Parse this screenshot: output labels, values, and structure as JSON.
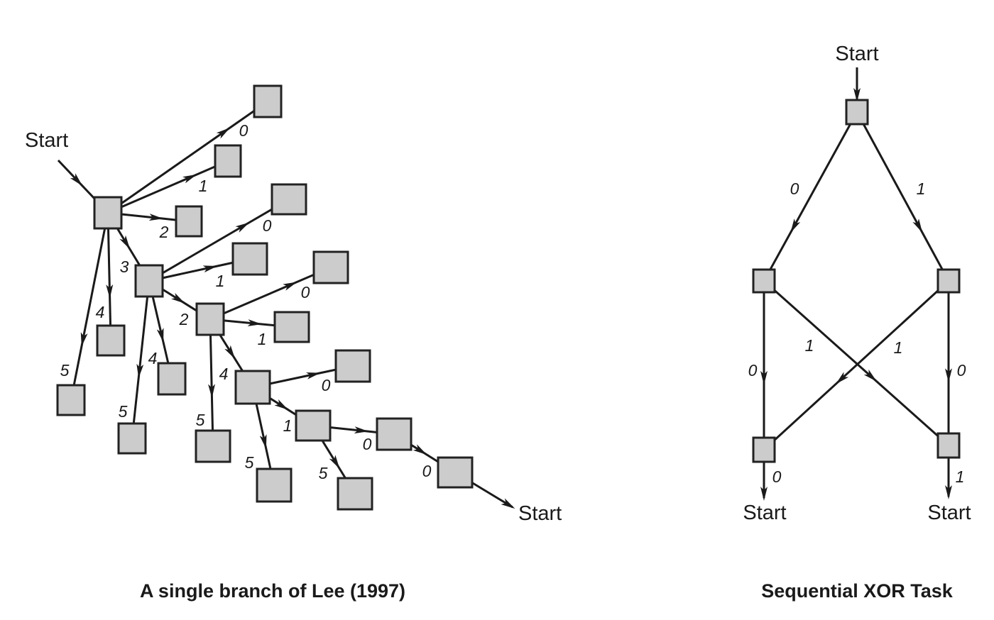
{
  "left_diagram": {
    "title": "A single branch of Lee (1997)",
    "start_in": "Start",
    "start_out": "Start",
    "edge_labels": [
      "0",
      "1",
      "2",
      "3",
      "4",
      "5",
      "0",
      "1",
      "2",
      "4",
      "5",
      "0",
      "1",
      "4",
      "5",
      "0",
      "1",
      "5",
      "0",
      "5",
      "0"
    ]
  },
  "right_diagram": {
    "title": "Sequential XOR Task",
    "start_top": "Start",
    "start_bottom_left": "Start",
    "start_bottom_right": "Start",
    "edge_labels": [
      "0",
      "1",
      "0",
      "1",
      "1",
      "0",
      "0",
      "1"
    ]
  },
  "colors": {
    "box_fill": "#cccccc",
    "stroke": "#222222"
  }
}
